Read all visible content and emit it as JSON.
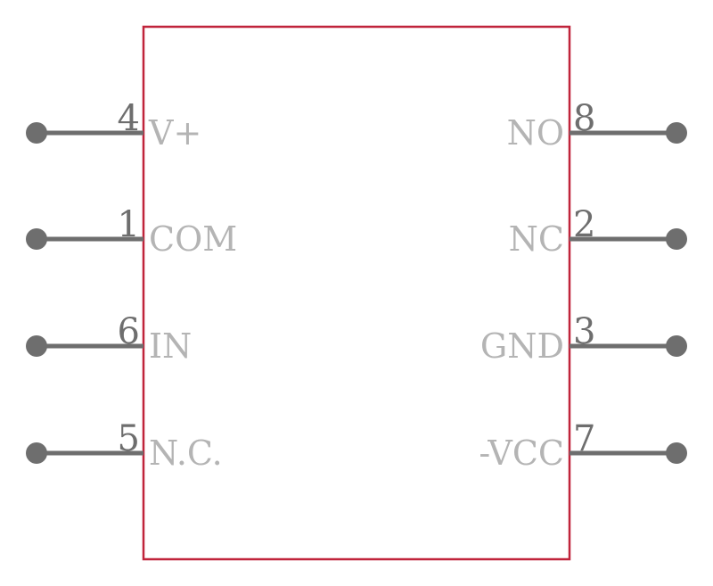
{
  "colors": {
    "body_outline": "#c0243b",
    "pin_line": "#6e6e6e",
    "pin_number": "#6e6e6e",
    "pin_name": "#b4b4b4",
    "background": "#ffffff"
  },
  "component": {
    "left_pins": [
      {
        "number": "4",
        "name": "V+"
      },
      {
        "number": "1",
        "name": "COM"
      },
      {
        "number": "6",
        "name": "IN"
      },
      {
        "number": "5",
        "name": "N.C."
      }
    ],
    "right_pins": [
      {
        "number": "8",
        "name": "NO"
      },
      {
        "number": "2",
        "name": "NC"
      },
      {
        "number": "3",
        "name": "GND"
      },
      {
        "number": "7",
        "name": "-VCC"
      }
    ]
  }
}
